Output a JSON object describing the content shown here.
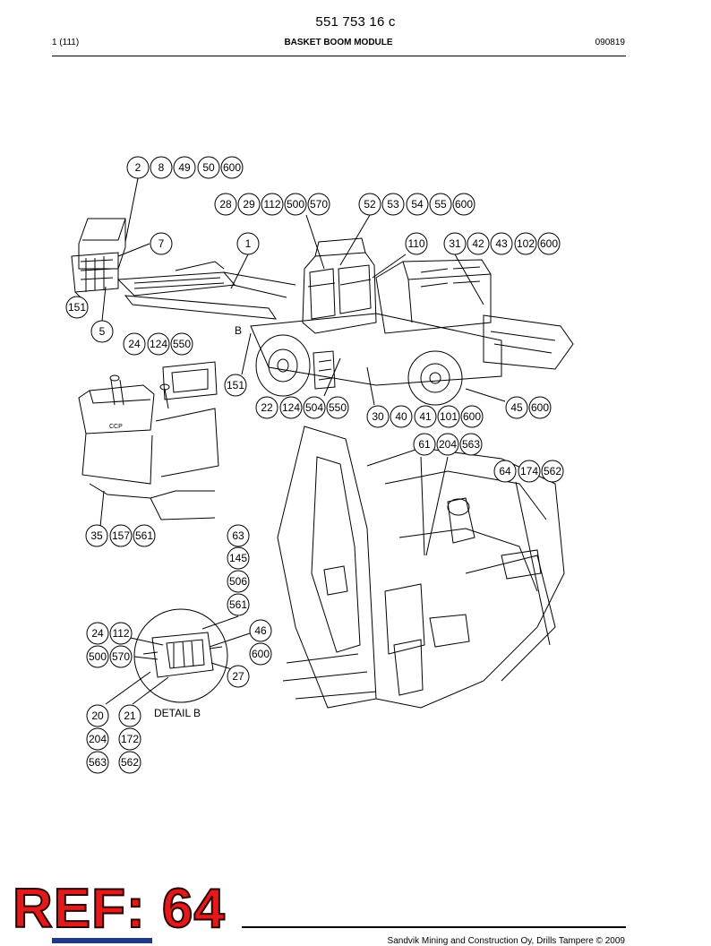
{
  "header": {
    "doc_number": "551 753 16 c",
    "page": "1 (111)",
    "title": "BASKET BOOM MODULE",
    "date": "090819"
  },
  "drawing": {
    "point_label_b": "B",
    "detail_label": "DETAIL B",
    "panel_label": "CCP",
    "callouts": [
      "2",
      "8",
      "49",
      "50",
      "600",
      "28",
      "29",
      "112",
      "500",
      "570",
      "52",
      "53",
      "54",
      "55",
      "600",
      "7",
      "1",
      "110",
      "31",
      "42",
      "43",
      "102",
      "600",
      "151",
      "5",
      "24",
      "124",
      "550",
      "151",
      "22",
      "124",
      "504",
      "550",
      "30",
      "40",
      "41",
      "101",
      "600",
      "45",
      "600",
      "61",
      "204",
      "563",
      "64",
      "174",
      "562",
      "35",
      "157",
      "561",
      "63",
      "145",
      "506",
      "561",
      "24",
      "112",
      "500",
      "570",
      "46",
      "600",
      "27",
      "20",
      "21",
      "204",
      "172",
      "563",
      "562"
    ]
  },
  "stamp": {
    "text": "REF: 64",
    "color": "#e41a1a"
  },
  "footer": {
    "copyright": "Sandvik Mining and Construction Oy, Drills Tampere © 2009"
  }
}
